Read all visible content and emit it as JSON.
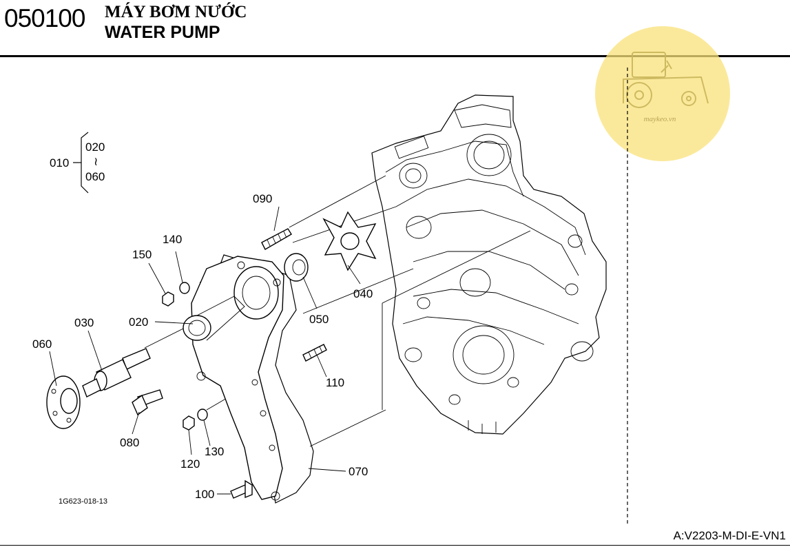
{
  "header": {
    "section_code": "050100",
    "title_vn": "MÁY BƠM NƯỚC",
    "title_en": "WATER PUMP"
  },
  "watermark": {
    "text": "maykeo.vn",
    "color": "#F7DC6F"
  },
  "drawing_id": "1G623-018-13",
  "reference": "A:V2203-M-DI-E-VN1",
  "assembly": {
    "parent": "010",
    "from": "020",
    "range_symbol": "≀",
    "to": "060"
  },
  "parts": [
    {
      "no": "020"
    },
    {
      "no": "030"
    },
    {
      "no": "040"
    },
    {
      "no": "050"
    },
    {
      "no": "060"
    },
    {
      "no": "070"
    },
    {
      "no": "080"
    },
    {
      "no": "090"
    },
    {
      "no": "100"
    },
    {
      "no": "110"
    },
    {
      "no": "120"
    },
    {
      "no": "130"
    },
    {
      "no": "140"
    },
    {
      "no": "150"
    }
  ]
}
